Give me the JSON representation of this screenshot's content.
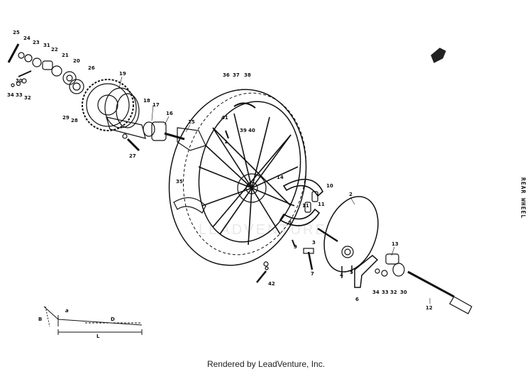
{
  "diagram": {
    "section_title": "REAR WHEEL",
    "footer": "Rendered by LeadVenture, Inc.",
    "callouts": {
      "c25": "25",
      "c24": "24",
      "c23": "23",
      "c31": "31",
      "c22": "22",
      "c21": "21",
      "c20a": "20",
      "c26": "26",
      "c19": "19",
      "c36a": "34",
      "c33a": "33",
      "c32a": "32",
      "c30a": "30",
      "c29": "29",
      "c28": "28",
      "c18": "18",
      "c17": "17",
      "c16": "16",
      "c15": "15",
      "c27": "27",
      "c36": "36",
      "c37": "37",
      "c38": "38",
      "c41": "41",
      "c39": "39",
      "c40": "40",
      "c1": "1",
      "c35": "35",
      "c14": "14",
      "c10": "10",
      "c11a": "11",
      "c11b": "11",
      "c9": "9",
      "c2": "2",
      "c8": "8",
      "c3": "3",
      "c13": "13",
      "c7": "7",
      "c4": "4",
      "c5": "5",
      "c6": "6",
      "c34b": "34",
      "c33b": "33",
      "c32b": "32",
      "c30b": "30",
      "c12": "12",
      "c42": "42"
    },
    "inset": {
      "a": "a",
      "b": "B",
      "d": "D",
      "l": "L"
    },
    "watermark": "LEADVENTURE"
  }
}
